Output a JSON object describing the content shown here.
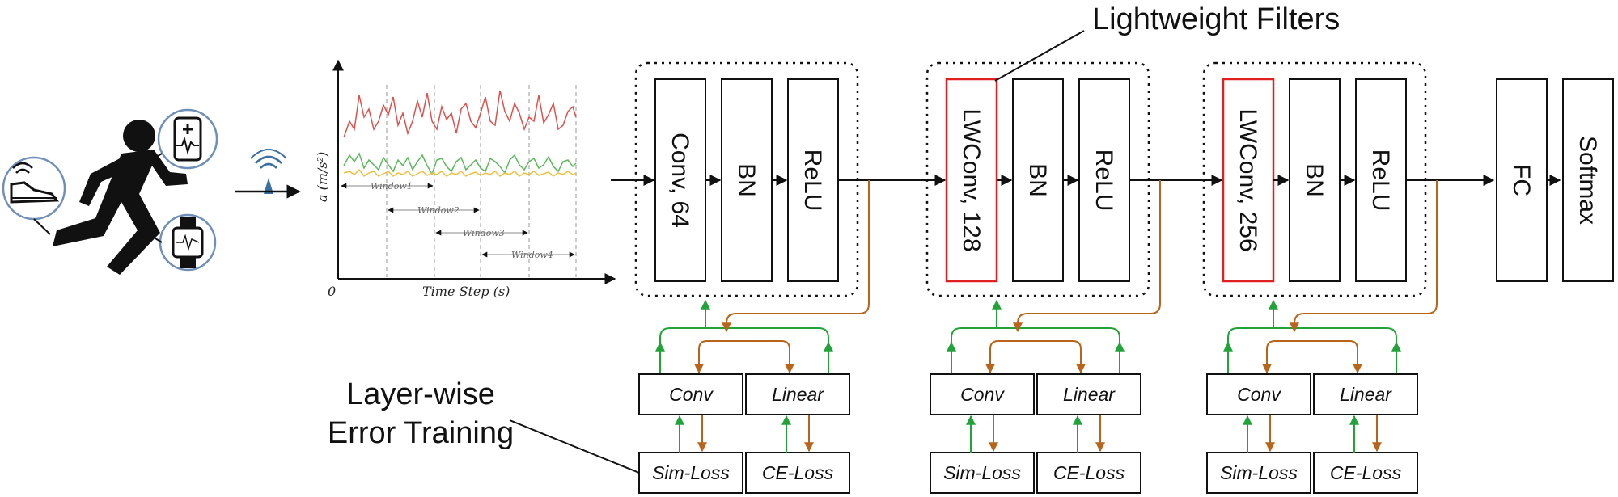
{
  "callouts": {
    "lightweight": "Lightweight Filters",
    "layerwise_line1": "Layer-wise",
    "layerwise_line2": "Error Training"
  },
  "plot": {
    "ylabel": "a (m/s²)",
    "xlabel": "Time Step (s)",
    "origin": "0",
    "windows": [
      "Window1",
      "Window2",
      "Window3",
      "Window4"
    ],
    "series_colors": [
      "#d9534f",
      "#5cb85c",
      "#f0c040"
    ]
  },
  "blocks": [
    {
      "labels": [
        "Conv, 64",
        "BN",
        "ReLU"
      ],
      "first_is_lightweight": false
    },
    {
      "labels": [
        "LWConv, 128",
        "BN",
        "ReLU"
      ],
      "first_is_lightweight": true
    },
    {
      "labels": [
        "LWConv, 256",
        "BN",
        "ReLU"
      ],
      "first_is_lightweight": true
    }
  ],
  "head": [
    "FC",
    "Softmax"
  ],
  "aux": {
    "conv": "Conv",
    "linear": "Linear",
    "sim_loss": "Sim-Loss",
    "ce_loss": "CE-Loss"
  },
  "colors": {
    "lightweight_border": "#e02020",
    "forward_arrow": "#8a5a2b",
    "backward_arrow": "#22a33a",
    "orange_branch": "#b8651b",
    "sensor_circle": "#6f8fb8",
    "wifi": "#3a6ea5"
  },
  "icons": [
    "runner-icon",
    "shoe-icon",
    "phone-ecg-icon",
    "watch-icon",
    "wifi-icon"
  ]
}
